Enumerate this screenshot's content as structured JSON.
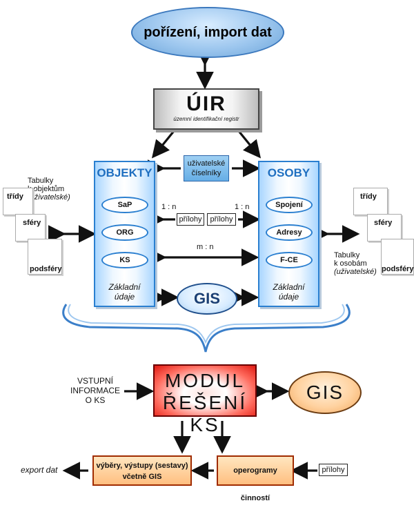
{
  "top": {
    "label": "pořízení, import dat"
  },
  "uir": {
    "title": "ÚIR",
    "subtitle": "územní identifikační registr"
  },
  "objekty": {
    "title": "OBJEKTY",
    "items": [
      "SaP",
      "ORG",
      "KS"
    ],
    "footer_line1": "Základní",
    "footer_line2": "údaje"
  },
  "osoby": {
    "title": "OSOBY",
    "items": [
      "Spojení",
      "Adresy",
      "F-CE"
    ],
    "footer_line1": "Základní",
    "footer_line2": "údaje"
  },
  "ciselniky": {
    "line1": "uživatelské",
    "line2": "číselníky"
  },
  "relations": {
    "left_ratio": "1 : n",
    "right_ratio": "1 : n",
    "prilohy_left": "přílohy",
    "prilohy_right": "přílohy",
    "mn": "m : n"
  },
  "gis_mid": {
    "label": "GIS"
  },
  "left_tables": {
    "caption1": "Tabulky",
    "caption2": "k objektům",
    "caption3": "(uživatelské)",
    "cards": [
      "třídy",
      "sféry",
      "podsféry"
    ]
  },
  "right_tables": {
    "caption1": "Tabulky",
    "caption2": "k osobám",
    "caption3": "(uživatelské)",
    "cards": [
      "třídy",
      "sféry",
      "podsféry"
    ]
  },
  "vstupni": {
    "line1": "VSTUPNÍ",
    "line2": "INFORMACE",
    "line3": "O KS"
  },
  "modul": {
    "line1": "MODUL",
    "line2": "ŘEŠENÍ KS"
  },
  "gis_right": {
    "label": "GIS"
  },
  "bottom": {
    "export": "export dat",
    "vybery_line1": "výběry, výstupy (sestavy)",
    "vybery_line2": "včetně GIS",
    "operogramy": "operogramy činností",
    "prilohy": "přílohy"
  }
}
